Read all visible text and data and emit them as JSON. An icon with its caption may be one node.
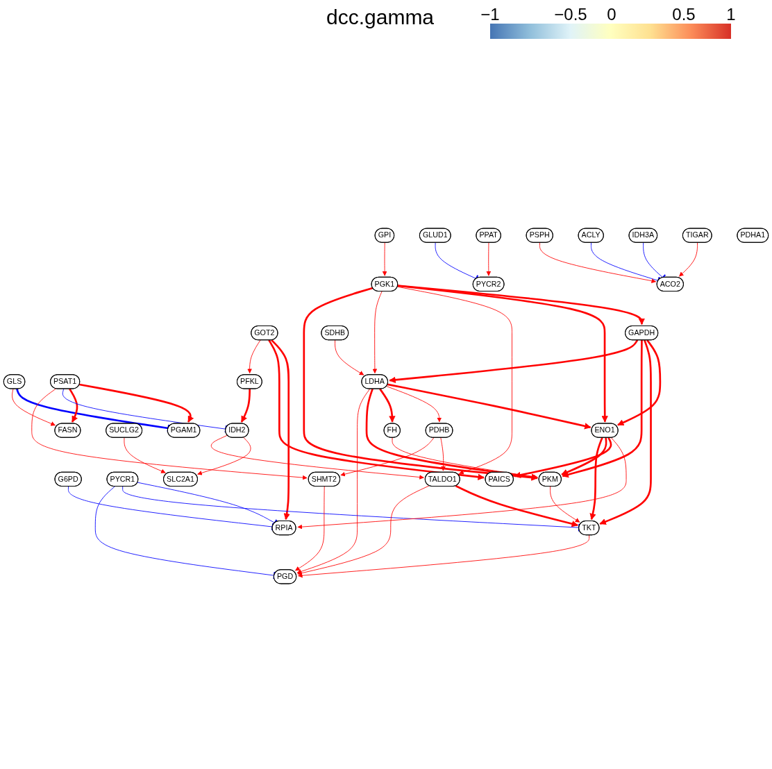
{
  "diagram": {
    "nodes": [
      {
        "text": [
          "GPI"
        ]
      },
      {
        "text": [
          "PPAT"
        ]
      },
      {
        "text": [
          "GLUD1"
        ]
      },
      {
        "text": [
          "TIGAR"
        ]
      },
      {
        "text": [
          "IDH3A"
        ]
      },
      {
        "text": [
          "ACLY"
        ]
      },
      {
        "text": [
          "PSPH"
        ]
      },
      {
        "text": [
          "PDHA1"
        ]
      },
      {
        "text": [
          "PGK1"
        ]
      },
      {
        "text": [
          "PYCR2"
        ]
      },
      {
        "text": [
          "ACO2"
        ]
      },
      {
        "text": [
          "GOT2"
        ]
      },
      {
        "text": [
          "GAPDH"
        ]
      },
      {
        "text": [
          "SDHB"
        ]
      },
      {
        "text": [
          "GLS"
        ]
      },
      {
        "text": [
          "PSAT1"
        ]
      },
      {
        "text": [
          "PFKL"
        ]
      },
      {
        "text": [
          "LDHA"
        ]
      },
      {
        "text": [
          "G6PD"
        ]
      },
      {
        "text": [
          "PYCR1"
        ]
      },
      {
        "text": [
          "PGAM1"
        ]
      },
      {
        "text": [
          "FASN"
        ]
      },
      {
        "text": [
          "SUCLG2"
        ]
      },
      {
        "text": [
          "IDH2"
        ]
      },
      {
        "text": [
          "ENO1"
        ]
      },
      {
        "text": [
          "PDHB"
        ]
      },
      {
        "text": [
          "FH"
        ]
      },
      {
        "text": [
          "RPIA"
        ]
      },
      {
        "text": [
          "SLC2A1"
        ]
      },
      {
        "text": [
          "PAICS"
        ]
      },
      {
        "text": [
          "TALDO1"
        ]
      },
      {
        "text": [
          "SHMT2"
        ]
      },
      {
        "text": [
          "PKM"
        ]
      },
      {
        "text": [
          "TKT"
        ]
      },
      {
        "text": [
          "PGD"
        ]
      }
    ],
    "edges": [
      {
        "from": 0,
        "to": 8,
        "arrow": "to"
      },
      {
        "from": 1,
        "to": 9,
        "arrow": "to"
      },
      {
        "from": 2,
        "to": 9,
        "arrow": "other",
        "color": "#0000ff"
      },
      {
        "from": 3,
        "to": 10,
        "arrow": "to"
      },
      {
        "from": 4,
        "to": 10,
        "arrow": "other",
        "color": "#0000ff"
      },
      {
        "from": 5,
        "to": 10,
        "arrow": "other",
        "color": "#0000ff"
      },
      {
        "from": 6,
        "to": 10,
        "arrow": "to"
      },
      {
        "from": 8,
        "to": 12,
        "arrow": "to",
        "style": "thick"
      },
      {
        "from": 8,
        "to": 24,
        "arrow": "to",
        "style": "thick"
      },
      {
        "from": 8,
        "to": 30,
        "arrow": "to"
      },
      {
        "from": 8,
        "to": 17,
        "arrow": "to"
      },
      {
        "from": 8,
        "to": 32,
        "arrow": "to",
        "style": "thick"
      },
      {
        "from": 11,
        "to": 27,
        "arrow": "to",
        "style": "thick"
      },
      {
        "from": 11,
        "to": 29,
        "arrow": "to",
        "style": "thick"
      },
      {
        "from": 11,
        "to": 16,
        "arrow": "to"
      },
      {
        "from": 12,
        "to": 24,
        "arrow": "to",
        "style": "thick"
      },
      {
        "from": 12,
        "to": 33,
        "arrow": "to",
        "style": "thick"
      },
      {
        "from": 12,
        "to": 32,
        "arrow": "to",
        "style": "thick"
      },
      {
        "from": 12,
        "to": 17,
        "arrow": "to",
        "style": "thick"
      },
      {
        "from": 13,
        "to": 17,
        "arrow": "to"
      },
      {
        "from": 14,
        "to": 20,
        "arrow": "other",
        "style": "thick",
        "color": "#0000ff"
      },
      {
        "from": 14,
        "to": 21,
        "arrow": "to"
      },
      {
        "from": 15,
        "to": 20,
        "arrow": "to",
        "style": "thick"
      },
      {
        "from": 15,
        "to": 21,
        "arrow": "to",
        "style": "thick"
      },
      {
        "from": 15,
        "to": 23,
        "arrow": "other",
        "color": "#0000ff"
      },
      {
        "from": 15,
        "to": 31,
        "arrow": "to"
      },
      {
        "from": 16,
        "to": 23,
        "arrow": "to",
        "style": "thick"
      },
      {
        "from": 17,
        "to": 24,
        "arrow": "to",
        "style": "thick"
      },
      {
        "from": 17,
        "to": 25,
        "arrow": "to"
      },
      {
        "from": 17,
        "to": 26,
        "arrow": "to",
        "style": "thick"
      },
      {
        "from": 17,
        "to": 32,
        "arrow": "to",
        "style": "thick"
      },
      {
        "from": 17,
        "to": 34,
        "arrow": "to"
      },
      {
        "from": 18,
        "to": 27,
        "arrow": "other",
        "color": "#0000ff"
      },
      {
        "from": 19,
        "to": 27,
        "arrow": "other",
        "color": "#0000ff"
      },
      {
        "from": 19,
        "to": 33,
        "arrow": "other",
        "color": "#0000ff"
      },
      {
        "from": 19,
        "to": 34,
        "arrow": "other",
        "color": "#0000ff"
      },
      {
        "from": 22,
        "to": 28,
        "arrow": "to"
      },
      {
        "from": 23,
        "to": 28,
        "arrow": "to"
      },
      {
        "from": 23,
        "to": 30,
        "arrow": "to"
      },
      {
        "from": 24,
        "to": 27,
        "arrow": "to"
      },
      {
        "from": 24,
        "to": 29,
        "arrow": "to",
        "style": "thick"
      },
      {
        "from": 24,
        "to": 32,
        "arrow": "to",
        "style": "thick"
      },
      {
        "from": 24,
        "to": 33,
        "arrow": "to",
        "style": "thick"
      },
      {
        "from": 25,
        "to": 30,
        "arrow": "to"
      },
      {
        "from": 25,
        "to": 31,
        "arrow": "to"
      },
      {
        "from": 26,
        "to": 32,
        "arrow": "to"
      },
      {
        "from": 30,
        "to": 33,
        "arrow": "to",
        "style": "thick"
      },
      {
        "from": 30,
        "to": 34,
        "arrow": "to"
      },
      {
        "from": 31,
        "to": 34,
        "arrow": "to"
      },
      {
        "from": 32,
        "to": 33,
        "arrow": "to"
      },
      {
        "from": 33,
        "to": 34,
        "arrow": "to"
      }
    ],
    "labels": [
      "dcc.gamma",
      "−1",
      "−0.5",
      "0",
      "0.5",
      "1"
    ]
  }
}
